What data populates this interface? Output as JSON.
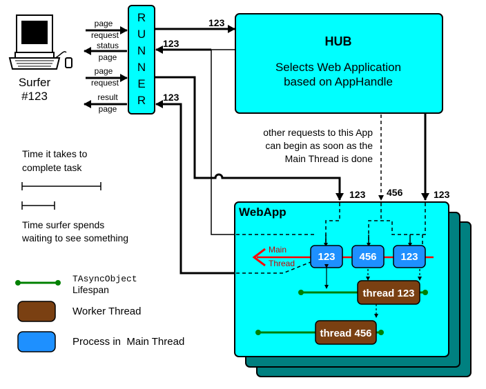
{
  "surfer": {
    "name": "Surfer",
    "id": "#123"
  },
  "runner": {
    "letters": [
      "R",
      "U",
      "N",
      "N",
      "E",
      "R"
    ]
  },
  "surfer_links": {
    "page_request_1": [
      "page",
      "request"
    ],
    "status_page": [
      "status",
      "page"
    ],
    "page_request_2": [
      "page",
      "request"
    ],
    "result_page": [
      "result",
      "page"
    ]
  },
  "hub": {
    "title": "HUB",
    "line1": "Selects Web Application",
    "line2": "based on AppHandle"
  },
  "flow_labels": {
    "runner_to_hub": "123",
    "hub_to_runner_status": "123",
    "hub_to_runner_result": "123",
    "into_webapp_left": "123",
    "into_webapp_mid": "456",
    "into_webapp_right": "123"
  },
  "note": [
    "other requests to this App",
    "can begin as soon as the",
    "Main Thread is done"
  ],
  "timing": {
    "task_label": [
      "Time it takes to",
      "complete task"
    ],
    "wait_label": [
      "Time surfer spends",
      "waiting to see something"
    ]
  },
  "webapp": {
    "title": "WebApp",
    "main_thread_label": [
      "Main",
      "Thread"
    ],
    "processes": [
      "123",
      "456",
      "123"
    ],
    "worker_threads": [
      "thread 123",
      "thread 456"
    ]
  },
  "legend": {
    "async_object": [
      "TAsyncObject",
      "Lifespan"
    ],
    "worker_thread": "Worker Thread",
    "main_process": "Process in  Main Thread"
  },
  "colors": {
    "cyan": "#00ffff",
    "teal": "#008080",
    "process_blue": "#1e90ff",
    "worker_brown": "#7a4012",
    "lifespan_green": "#008000",
    "main_thread_red": "#ff0000"
  }
}
